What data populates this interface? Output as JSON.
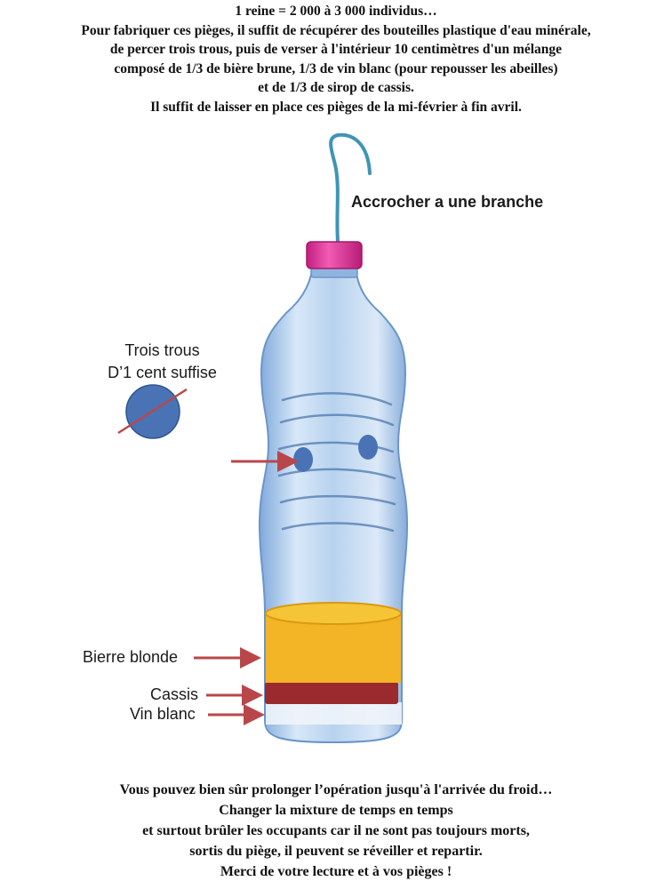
{
  "intro_lines": [
    "1 reine = 2 000 à 3 000 individus…",
    "Pour fabriquer ces pièges, il suffit de récupérer des bouteilles plastique d'eau minérale,",
    "de percer trois trous, puis de verser à l'intérieur 10 centimètres d'un mélange",
    "composé de 1/3 de bière brune, 1/3 de vin blanc (pour repousser les abeilles)",
    "et de 1/3 de sirop de cassis.",
    "Il suffit de laisser en place ces pièges de la mi-février à fin avril."
  ],
  "labels": {
    "hook": "Accrocher a une branche",
    "holes_line1": "Trois  trous",
    "holes_line2": "D’1 cent  suffise",
    "beer": "Bierre blonde",
    "cassis": "Cassis",
    "wine": "Vin blanc"
  },
  "outro_lines": [
    "Vous pouvez bien sûr prolonger l’opération jusqu'à l'arrivée du froid…",
    "Changer la mixture de temps en temps",
    "et surtout brûler les occupants car il ne sont pas toujours morts,",
    "sortis du piège, il peuvent se réveiller et repartir.",
    "Merci de votre lecture et à vos pièges !"
  ],
  "colors": {
    "bottle": "#aac9ec",
    "cap": "#e0349a",
    "string": "#3f94b8",
    "beer": "#f3b526",
    "cassis": "#9a2a2e",
    "hole": "#4a73b5",
    "arrow": "#b9474a"
  }
}
